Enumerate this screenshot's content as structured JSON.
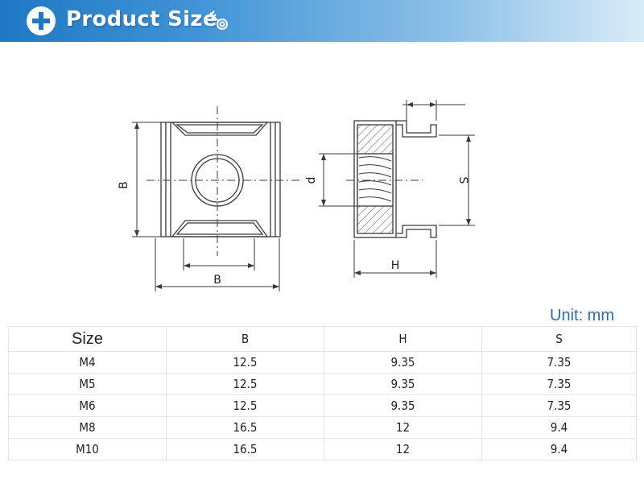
{
  "header": {
    "title": "Product Size",
    "accent": "#1f78c4"
  },
  "drawing": {
    "labels": {
      "b_vertical": "B",
      "b_horizontal": "B",
      "d": "d",
      "s": "S",
      "h": "H"
    }
  },
  "unit_label": "Unit: mm",
  "table": {
    "columns": [
      "Size",
      "B",
      "H",
      "S"
    ],
    "rows": [
      [
        "M4",
        "12.5",
        "9.35",
        "7.35"
      ],
      [
        "M5",
        "12.5",
        "9.35",
        "7.35"
      ],
      [
        "M6",
        "12.5",
        "9.35",
        "7.35"
      ],
      [
        "M8",
        "16.5",
        "12",
        "9.4"
      ],
      [
        "M10",
        "16.5",
        "12",
        "9.4"
      ]
    ]
  },
  "icons": {
    "header_left": "plus-icon",
    "header_right": "bolt-icon"
  }
}
